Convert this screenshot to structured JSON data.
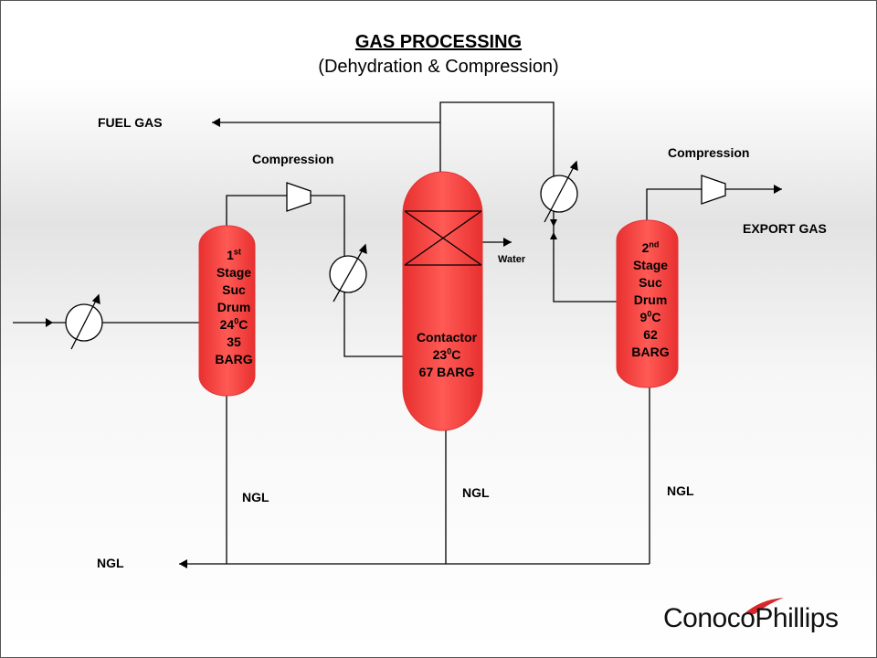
{
  "title": "GAS PROCESSING",
  "subtitle": "(Dehydration & Compression)",
  "labels": {
    "fuel_gas": "FUEL GAS",
    "export_gas": "EXPORT GAS",
    "compression_1": "Compression",
    "compression_2": "Compression",
    "water": "Water",
    "ngl_1": "NGL",
    "ngl_contactor": "NGL",
    "ngl_2": "NGL",
    "ngl_outlet": "NGL"
  },
  "drum1": {
    "ord": "1",
    "ord_sup": "st",
    "line2": "Stage",
    "line3": "Suc",
    "line4": "Drum",
    "temp": "24",
    "temp_sup": "0",
    "temp_unit": "C",
    "pressure_value": "35",
    "pressure_unit": "BARG"
  },
  "contactor": {
    "name": "Contactor",
    "temp": "23",
    "temp_sup": "0",
    "temp_unit": "C",
    "pressure": "67 BARG"
  },
  "drum2": {
    "ord": "2",
    "ord_sup": "nd",
    "line2": "Stage",
    "line3": "Suc",
    "line4": "Drum",
    "temp": "9",
    "temp_sup": "0",
    "temp_unit": "C",
    "pressure_value": "62",
    "pressure_unit": "BARG"
  },
  "logo": "ConocoPhillips",
  "colors": {
    "vessel": "#ff4a4a",
    "vessel_edge": "#e23434",
    "line": "#000000"
  }
}
